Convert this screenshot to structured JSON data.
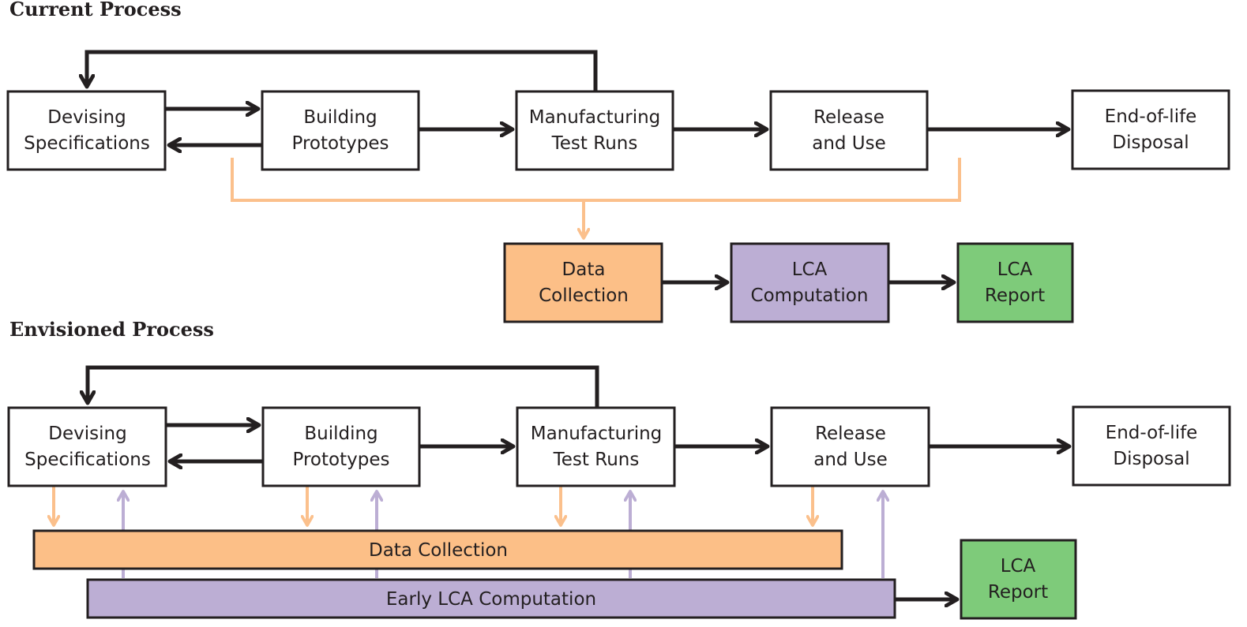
{
  "current": {
    "title": "Current Process",
    "stages": {
      "devising": [
        "Devising",
        "Specifications"
      ],
      "building": [
        "Building",
        "Prototypes"
      ],
      "manufacturing": [
        "Manufacturing",
        "Test Runs"
      ],
      "release": [
        "Release",
        "and Use"
      ],
      "eol": [
        "End-of-life",
        "Disposal"
      ]
    },
    "lca": {
      "data_collection": [
        "Data",
        "Collection"
      ],
      "computation": [
        "LCA",
        "Computation"
      ],
      "report": [
        "LCA",
        "Report"
      ]
    }
  },
  "envisioned": {
    "title": "Envisioned Process",
    "stages": {
      "devising": [
        "Devising",
        "Specifications"
      ],
      "building": [
        "Building",
        "Prototypes"
      ],
      "manufacturing": [
        "Manufacturing",
        "Test Runs"
      ],
      "release": [
        "Release",
        "and Use"
      ],
      "eol": [
        "End-of-life",
        "Disposal"
      ]
    },
    "data_collection": "Data Collection",
    "early_lca": "Early LCA Computation",
    "report": [
      "LCA",
      "Report"
    ]
  },
  "colors": {
    "stroke": "#231f20",
    "data_collection": "#fcbf87",
    "computation": "#bcaed4",
    "report": "#7ecb7a",
    "orange_line": "#fbc08c",
    "purple_line": "#bcaed4"
  }
}
